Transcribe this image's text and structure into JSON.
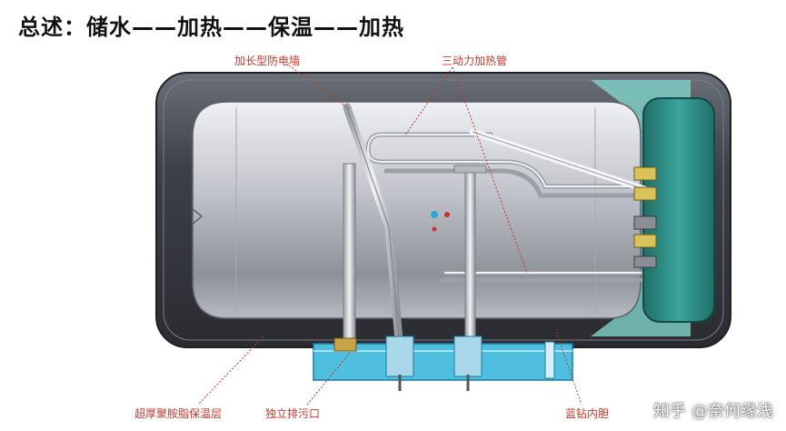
{
  "title": "总述：储水——加热——保温——加热",
  "labels": {
    "anode": "加长型防电墙",
    "heater": "三动力加热管",
    "insulation": "超厚聚胺脂保温层",
    "drain": "独立排污口",
    "liner": "蓝钻内胆"
  },
  "watermark": {
    "platform": "知乎",
    "author": "@奈何缘浅"
  },
  "colors": {
    "accent_label": "#c0392b",
    "shell": "#4a4e57",
    "tank": "#c9ccd1",
    "end_cap": "#2e8f86",
    "base": "#41b7d9"
  }
}
